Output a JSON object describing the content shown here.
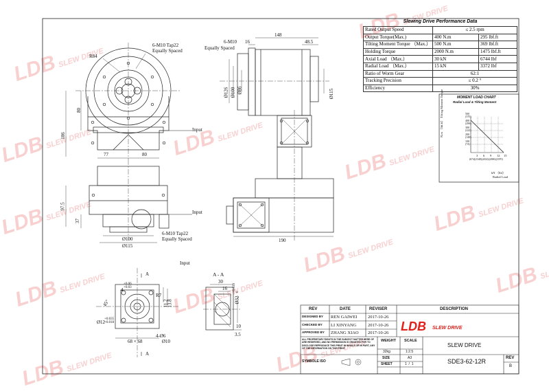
{
  "performance": {
    "title": "Slewing Drive Performance Data",
    "rows": [
      {
        "label": "Rated Output Speed",
        "v1": "≤ 2.5 rpm",
        "v2": ""
      },
      {
        "label": "Output Torque(Max.)",
        "v1": "400 N.m",
        "v2": "295 lbf.ft"
      },
      {
        "label": "Tilting Moment Torque （Max.）",
        "v1": "500 N.m",
        "v2": "369 lbf.ft"
      },
      {
        "label": "Holding Torque",
        "v1": "2000 N.m",
        "v2": "1475 lbf.ft"
      },
      {
        "label": "Axial Load （Max.）",
        "v1": "30 kN",
        "v2": "6744 lbf"
      },
      {
        "label": "Radial Load （Max.）",
        "v1": "15 kN",
        "v2": "3372 lbf"
      },
      {
        "label": "Ratio of Worm Gear",
        "v1": "62:1",
        "v2": ""
      },
      {
        "label": "Tracking Precision",
        "v1": "≤ 0.2 °",
        "v2": ""
      },
      {
        "label": "Efficiency",
        "v1": "30%",
        "v2": ""
      }
    ]
  },
  "moment_chart": {
    "title": "MOMENT LOAD CHART",
    "subtitle": "Radial Load & Tilting Moment",
    "y_label": "N.m （lbf.ft） Tilting Moment Torque",
    "y_ticks": [
      "500\n(370)",
      "400\n(296)",
      "300\n(222)",
      "200\n(148)",
      "100\n(74)"
    ],
    "x_ticks": [
      "3",
      "6",
      "9",
      "12",
      "15"
    ],
    "x_ticks_lower": "(674)(1348)(2022)(2696)(3370)",
    "x_unit": "kN （lbf）",
    "x_label": "Radial Load"
  },
  "drawing": {
    "front": {
      "r84": "R84",
      "m10_top": "6-M10 Tap22",
      "equal_top": "Equally Spaced",
      "d80": "80",
      "d186": "186",
      "d77": "77",
      "d80b": "80",
      "input": "Input"
    },
    "side": {
      "m10": "6-M10",
      "equal": "Equally Spaced",
      "d148": "148",
      "d16": "16",
      "d48": "48.5",
      "d126": "Ø126",
      "d100": "Ø100",
      "d86": "Ø86",
      "d115": "Ø115",
      "d190": "190"
    },
    "lower": {
      "d975": "97.5",
      "d37": "37",
      "d100": "Ø100",
      "d115": "Ø115",
      "m10_bottom": "6-M10 Tap22",
      "equal_bottom": "Equally Spaced",
      "input": "Input"
    },
    "detail": {
      "input": "Input",
      "a_top": "A",
      "a_bottom": "A",
      "d4": "4",
      "tol1": "+0.06\n+0.03",
      "r7": "R7",
      "d112": "11.2",
      "d138": "13.8",
      "d12": "Ø12",
      "tol2": "+0.035\n+0.018",
      "d68": "68 × 68",
      "d4d6": "4-Ø6",
      "d10": "Ø10",
      "d45": "45°"
    },
    "section": {
      "label": "A - A",
      "d30": "30",
      "d16": "16",
      "d32": "Ø32",
      "tol": "+0.039\n0",
      "d10": "10",
      "d35": "3.5"
    }
  },
  "title_block": {
    "rev_h": "REV",
    "date_h": "DATE",
    "reviser_h": "REVISER",
    "description_h": "DESCRIPTION",
    "designed_by": "DESIGNED BY",
    "designer": "REN GAIWEI",
    "d1": "2017-10-26",
    "checked_by": "CHECKED BY",
    "checker": "LI XINYANG",
    "d2": "2017-10-26",
    "approved_by": "APPROVED BY",
    "approver": "ZHANG XIAO",
    "d3": "2017-10-26",
    "rights": "ALL PROPRIETARY RIGHTS IN THE SUBJECT MATTER HERE OF ARE RESERVED, AND NO PERMISSION IS GRANTED FOR TO DISCLOSE REPRODUCE THIS PRINT IN WHOLE OR IN PART, ANY OF THE INFORMATION ON THIS PRINT.",
    "weight_h": "WEIGHT",
    "weight": "32kg",
    "scale_h": "SCALE",
    "scale": "1:2.5",
    "size_h": "SIZE",
    "size": "A3",
    "sheet_h": "SHEET",
    "sheet": "1  /  1",
    "symbol": "SYMBOLE ISO",
    "logo": "LDB",
    "logo_sub": "SLEW DRIVE",
    "product": "SLEW DRIVE",
    "model": "SDE3-62-12R",
    "rev_label": "REV",
    "rev": "B"
  },
  "watermark": {
    "big": "LDB",
    "small": "SLEW DRIVE"
  },
  "colors": {
    "line": "#222222",
    "watermark": "#eb7878",
    "logo": "#e0201a"
  }
}
